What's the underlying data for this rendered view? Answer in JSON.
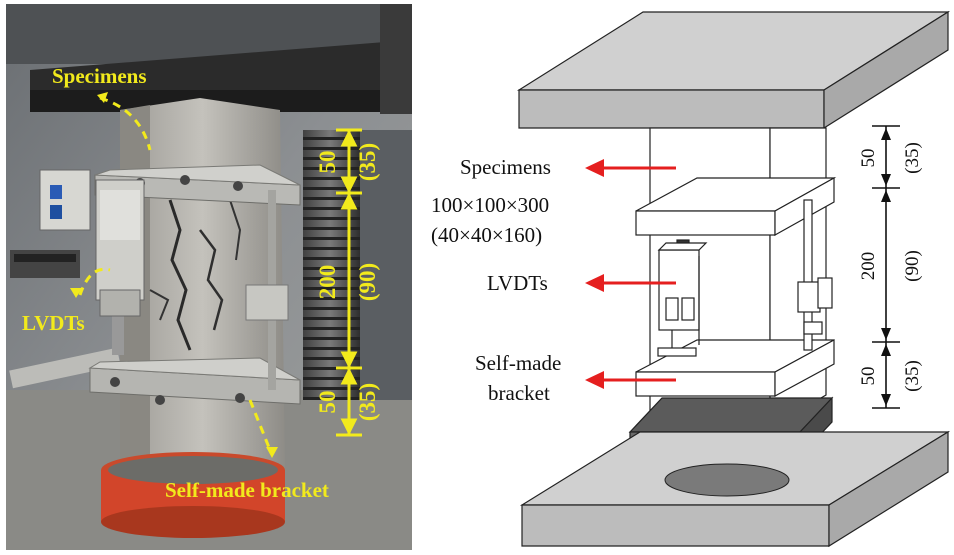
{
  "photo": {
    "labels": {
      "specimens": "Specimens",
      "lvdts": "LVDTs",
      "bracket": "Self-made bracket"
    },
    "dims": {
      "top": "50",
      "top_small": "(35)",
      "middle": "200",
      "middle_small": "(90)",
      "bottom": "50",
      "bottom_small": "(35)"
    }
  },
  "diagram": {
    "labels": {
      "specimens": "Specimens",
      "size_large": "100×100×300",
      "size_small": "(40×40×160)",
      "lvdts": "LVDTs",
      "bracket_line1": "Self-made",
      "bracket_line2": "bracket"
    },
    "dims": {
      "top": "50",
      "top_small": "(35)",
      "middle": "200",
      "middle_small": "(90)",
      "bottom": "50",
      "bottom_small": "(35)"
    }
  },
  "colors": {
    "photo_label": "#f2ea1c",
    "arrow": "#e51f1f",
    "plate": "#c8c8c8",
    "dark_plate": "#555555"
  }
}
